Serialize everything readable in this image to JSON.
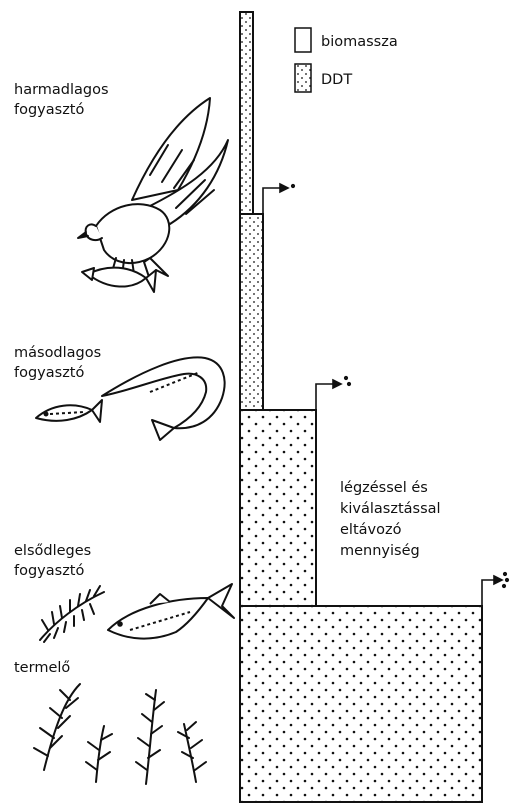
{
  "legend": {
    "biomass": "biomassza",
    "ddt": "DDT"
  },
  "levels": {
    "tertiary": [
      "harmadlagos",
      "fogyasztó"
    ],
    "secondary": [
      "másodlagos",
      "fogyasztó"
    ],
    "primary": [
      "elsődleges",
      "fogyasztó"
    ],
    "producer": [
      "termelő"
    ]
  },
  "note": [
    "légzéssel és",
    "kiválasztással",
    "eltávozó",
    "mennyiség"
  ],
  "colors": {
    "ink": "#111111",
    "background": "#ffffff"
  },
  "icons": [
    "eagle-icon",
    "fish-icon",
    "insect-larva-icon",
    "plant-icon",
    "outflow-arrow-icon"
  ]
}
